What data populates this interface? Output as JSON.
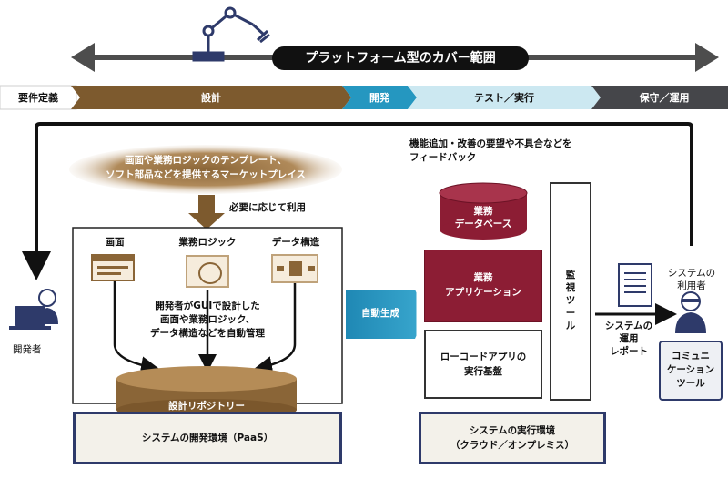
{
  "coverage_label": "プラットフォーム型のカバー範囲",
  "phases": {
    "requirements": "要件定義",
    "design": "設計",
    "development": "開発",
    "test": "テスト／実行",
    "maintenance": "保守／運用"
  },
  "feedback": [
    "機能追加・改善の要望や不具合などを",
    "フィードバック"
  ],
  "marketplace": [
    "画面や業務ロジックのテンプレート、",
    "ソフト部品などを提供するマーケットプレイス"
  ],
  "use_as_needed": "必要に応じて利用",
  "developer_label": "開発者",
  "components": {
    "screen": "画面",
    "logic": "業務ロジック",
    "data": "データ構造"
  },
  "design_note": [
    "開発者がGUIで設計した",
    "画面や業務ロジック、",
    "データ構造などを自動管理"
  ],
  "repository": "設計リポジトリー",
  "paas": "システムの開発環境（PaaS）",
  "auto_generate": "自動生成",
  "database": [
    "業務",
    "データベース"
  ],
  "application": [
    "業務",
    "アプリケーション"
  ],
  "monitoring": [
    "監",
    "視",
    "ツ",
    "ー",
    "ル"
  ],
  "lowcode": [
    "ローコードアプリの",
    "実行基盤"
  ],
  "runtime": [
    "システムの実行環境",
    "（クラウド／オンプレミス）"
  ],
  "ops_report": [
    "システムの",
    "運用",
    "レポート"
  ],
  "user_label": [
    "システムの",
    "利用者"
  ],
  "comm_tool": [
    "コミュニ",
    "ケーション",
    "ツール"
  ],
  "colors": {
    "design_brown": "#7d5a2e",
    "dev_blue": "#2597c0",
    "test_lightblue": "#cce8f1",
    "maint_gray": "#45464a",
    "wine": "#8c1d34",
    "navy": "#2e3a6a"
  }
}
